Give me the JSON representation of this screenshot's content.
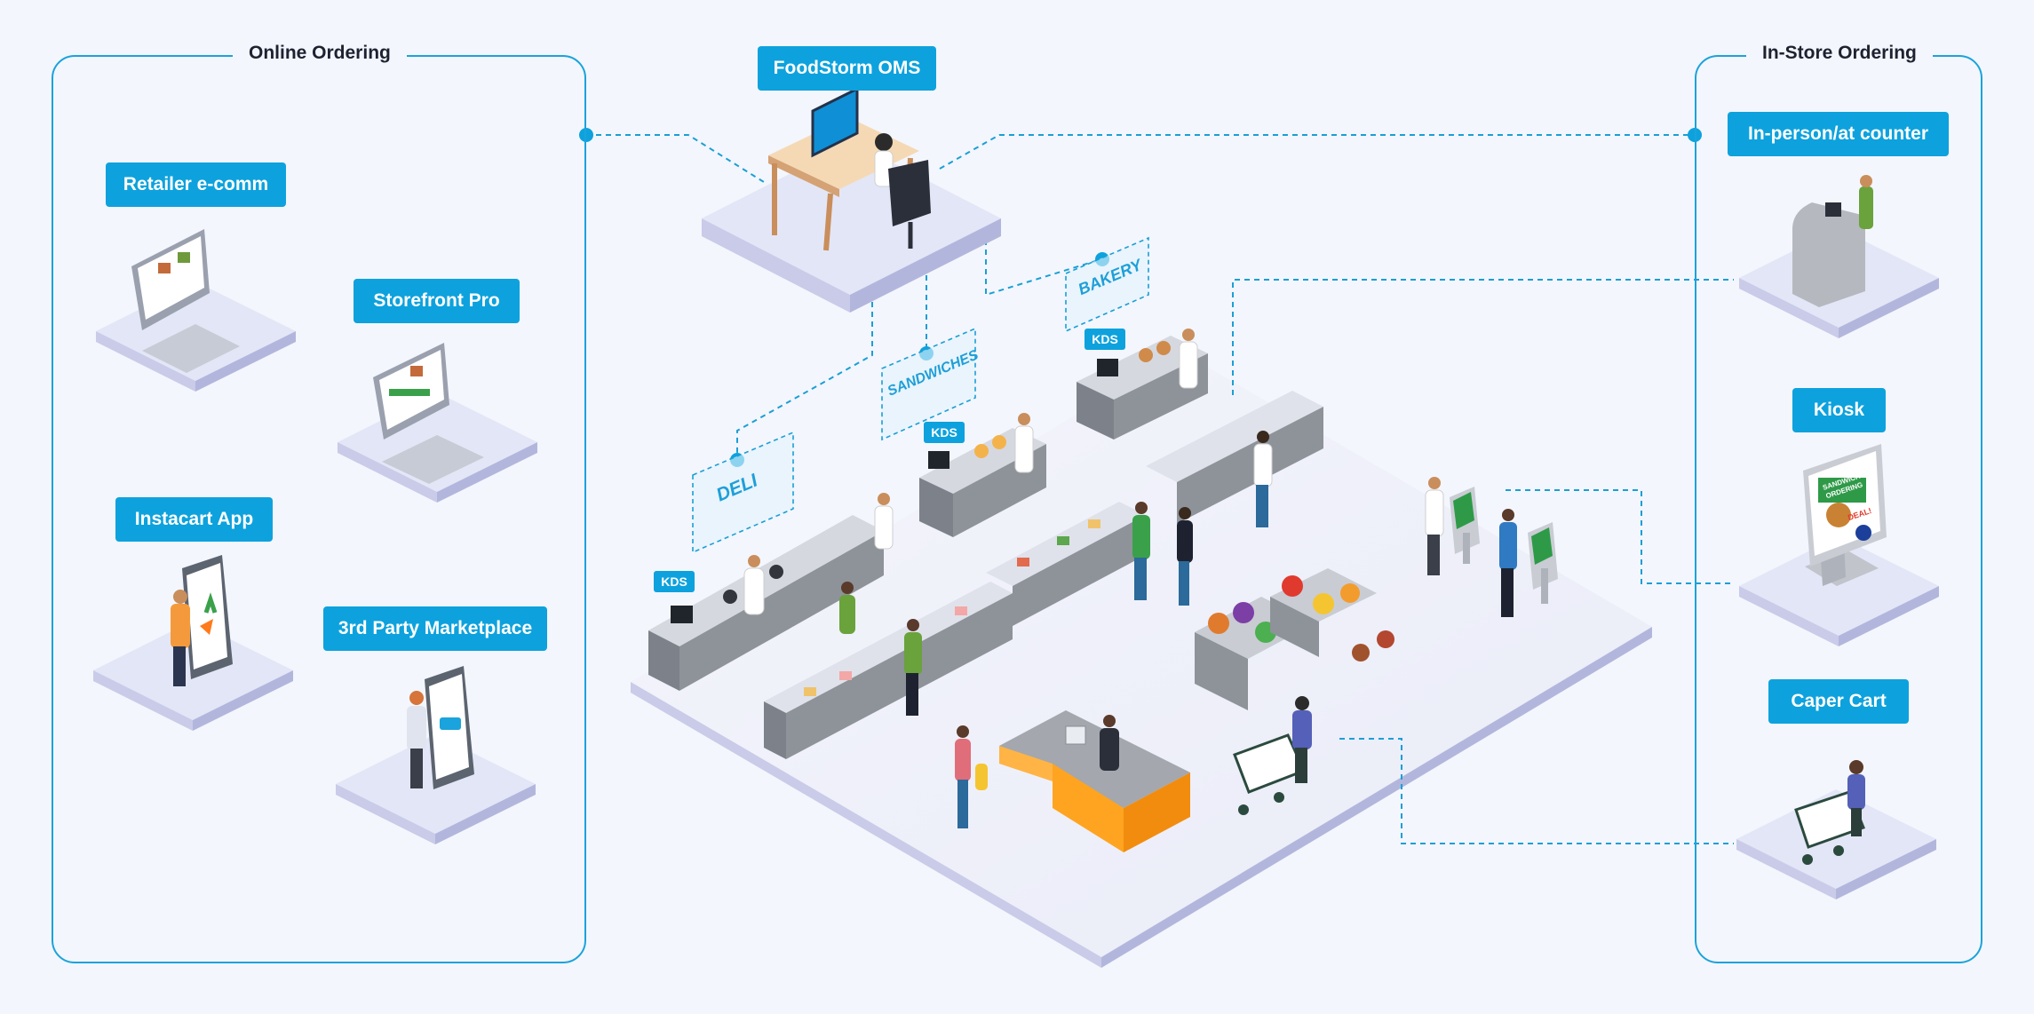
{
  "online": {
    "title": "Online Ordering",
    "channels": {
      "retailer": "Retailer e-comm",
      "storefront": "Storefront Pro",
      "instacart": "Instacart App",
      "third_party": "3rd Party Marketplace"
    }
  },
  "instore": {
    "title": "In-Store Ordering",
    "channels": {
      "counter": "In-person/at counter",
      "kiosk": "Kiosk",
      "caper": "Caper Cart"
    }
  },
  "oms": {
    "label": "FoodStorm OMS"
  },
  "stations": {
    "deli": "DELI",
    "sandwiches": "SANDWICHES",
    "bakery": "BAKERY"
  },
  "kds_label": "KDS",
  "kiosk_screen": {
    "line1": "SANDWICH",
    "line2": "ORDERING",
    "deal": "DEAL!"
  },
  "colors": {
    "accent": "#0da2dd",
    "panel_border": "#1aa3dc",
    "background": "#f3f6fc",
    "counter_orange": "#ffa420"
  }
}
